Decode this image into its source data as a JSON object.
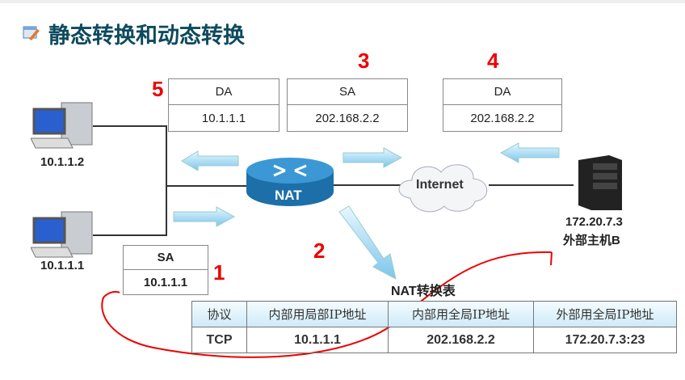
{
  "title": "静态转换和动态转换",
  "headers": {
    "h5": {
      "number": "5",
      "field": "DA",
      "value": "10.1.1.1"
    },
    "h3": {
      "number": "3",
      "field": "SA",
      "value": "202.168.2.2"
    },
    "h4": {
      "number": "4",
      "field": "DA",
      "value": "202.168.2.2"
    },
    "h1": {
      "number": "1",
      "field": "SA",
      "value": "10.1.1.1"
    }
  },
  "step2": "2",
  "hosts": {
    "pc1": "10.1.1.2",
    "pc2": "10.1.1.1",
    "server_ip": "172.20.7.3",
    "server_name": "外部主机B"
  },
  "router_label": "NAT",
  "cloud_label": "Internet",
  "nat_table": {
    "caption": "NAT转换表",
    "columns": [
      "协议",
      "内部用局部IP地址",
      "内部用全局IP地址",
      "外部用全局IP地址"
    ],
    "rows": [
      [
        "TCP",
        "10.1.1.1",
        "202.168.2.2",
        "172.20.7.3:23"
      ]
    ]
  },
  "colors": {
    "annotation": "#e00000",
    "title": "#0e4a5e",
    "arrow": "#8fd0f0"
  }
}
